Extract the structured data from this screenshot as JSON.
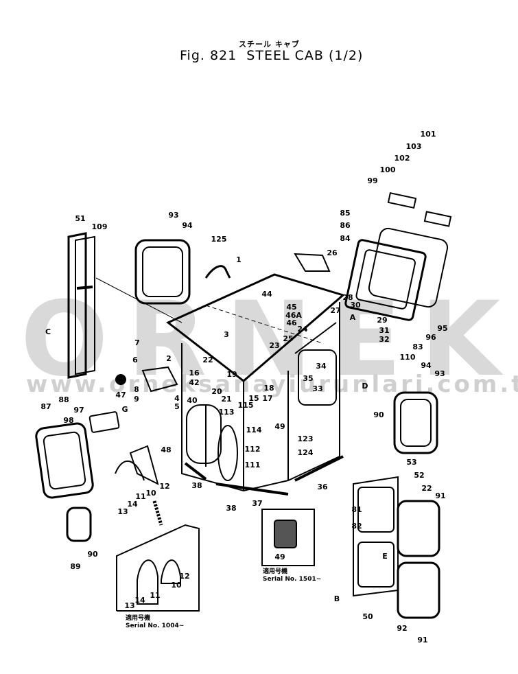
{
  "header": {
    "subtitle_jp": "スチール キャブ",
    "title": "Fig. 821  STEEL CAB (1/2)"
  },
  "watermark": {
    "logo": "ORNEK",
    "url": "www.orneksanayiurunlari.com.tr"
  },
  "callouts": [
    "101",
    "103",
    "102",
    "100",
    "99",
    "85",
    "86",
    "84",
    "26",
    "28",
    "27",
    "30",
    "A",
    "29",
    "31",
    "32",
    "95",
    "96",
    "83",
    "110",
    "51",
    "109",
    "93",
    "94",
    "125",
    "1",
    "44",
    "45",
    "46A",
    "46",
    "24",
    "25",
    "23",
    "34",
    "35",
    "33",
    "C",
    "7",
    "6",
    "3",
    "2",
    "22",
    "16",
    "42",
    "19",
    "20",
    "21",
    "18",
    "17",
    "15",
    "40",
    "115",
    "114",
    "113",
    "49",
    "112",
    "111",
    "123",
    "124",
    "47",
    "8",
    "9",
    "4",
    "5",
    "90",
    "D",
    "94",
    "93",
    "87",
    "88",
    "97",
    "G",
    "98",
    "48",
    "53",
    "52",
    "22",
    "91",
    "38",
    "36",
    "37",
    "38",
    "11",
    "10",
    "12",
    "14",
    "13",
    "81",
    "82",
    "E",
    "B",
    "50",
    "92",
    "91",
    "89",
    "90",
    "12",
    "10",
    "11",
    "14",
    "13",
    "49"
  ],
  "insets": [
    {
      "applicable_jp": "適用号機",
      "serial": "Serial No. 1004~"
    },
    {
      "applicable_jp": "適用号機",
      "serial": "Serial No. 1501~"
    }
  ]
}
